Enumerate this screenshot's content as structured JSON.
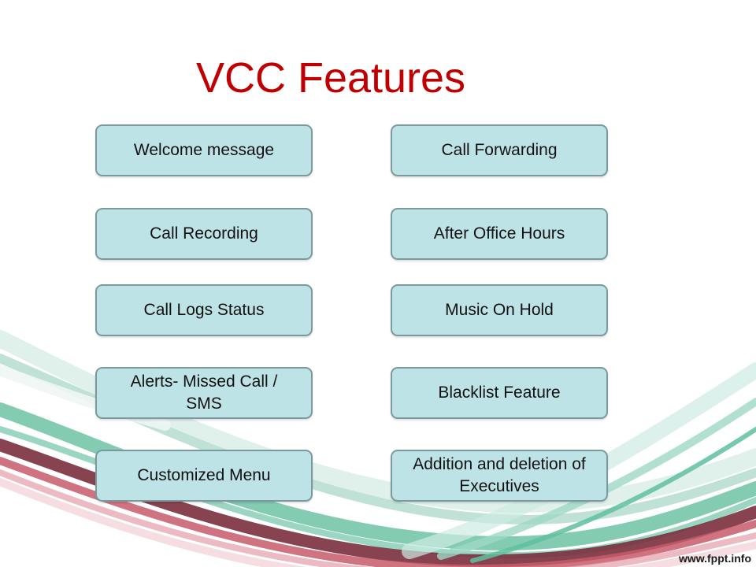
{
  "slide": {
    "title": "VCC Features",
    "left_column": [
      "Welcome message",
      "Call Recording",
      "Call Logs Status",
      "Alerts- Missed Call / SMS",
      "Customized Menu"
    ],
    "right_column": [
      "Call Forwarding",
      "After Office Hours",
      "Music On Hold",
      "Blacklist Feature",
      "Addition and deletion of Executives"
    ],
    "footer": "www.fppt.info"
  },
  "colors": {
    "title": "#c00000",
    "box_fill": "#bde3e6",
    "box_border": "#7a9a9e"
  }
}
